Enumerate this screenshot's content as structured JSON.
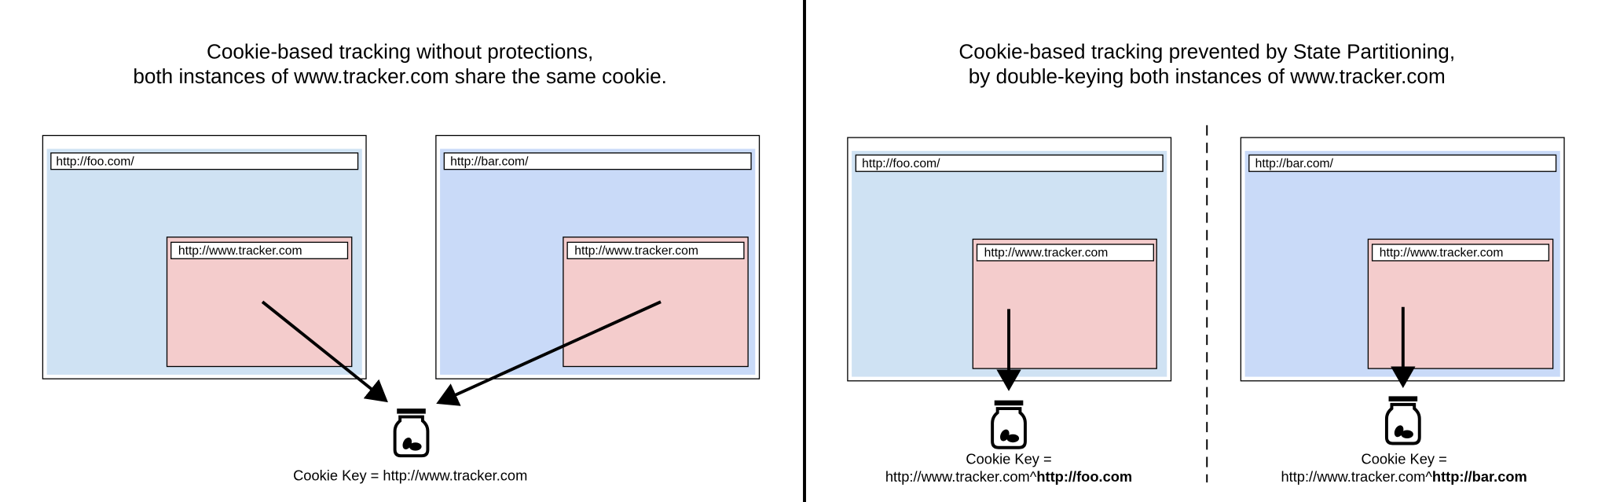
{
  "left_panel": {
    "title_line1": "Cookie-based tracking without protections,",
    "title_line2": "both instances of www.tracker.com share the same cookie.",
    "browser_foo_url": "http://foo.com/",
    "browser_bar_url": "http://bar.com/",
    "iframe_url": "http://www.tracker.com",
    "cookie_key": "Cookie Key = http://www.tracker.com"
  },
  "right_panel": {
    "title_line1": "Cookie-based tracking prevented by State Partitioning,",
    "title_line2": "by double-keying both instances of www.tracker.com",
    "browser_foo_url": "http://foo.com/",
    "browser_bar_url": "http://bar.com/",
    "iframe_url": "http://www.tracker.com",
    "cookie_key_label": "Cookie Key =",
    "cookie_key_prefix": "http://www.tracker.com^",
    "foo_key_suffix": "http://foo.com",
    "bar_key_suffix": "http://bar.com"
  },
  "colors": {
    "foo_bg": "#cfe2f3",
    "bar_bg": "#c9daf8",
    "tracker_bg": "#f4cccc"
  }
}
